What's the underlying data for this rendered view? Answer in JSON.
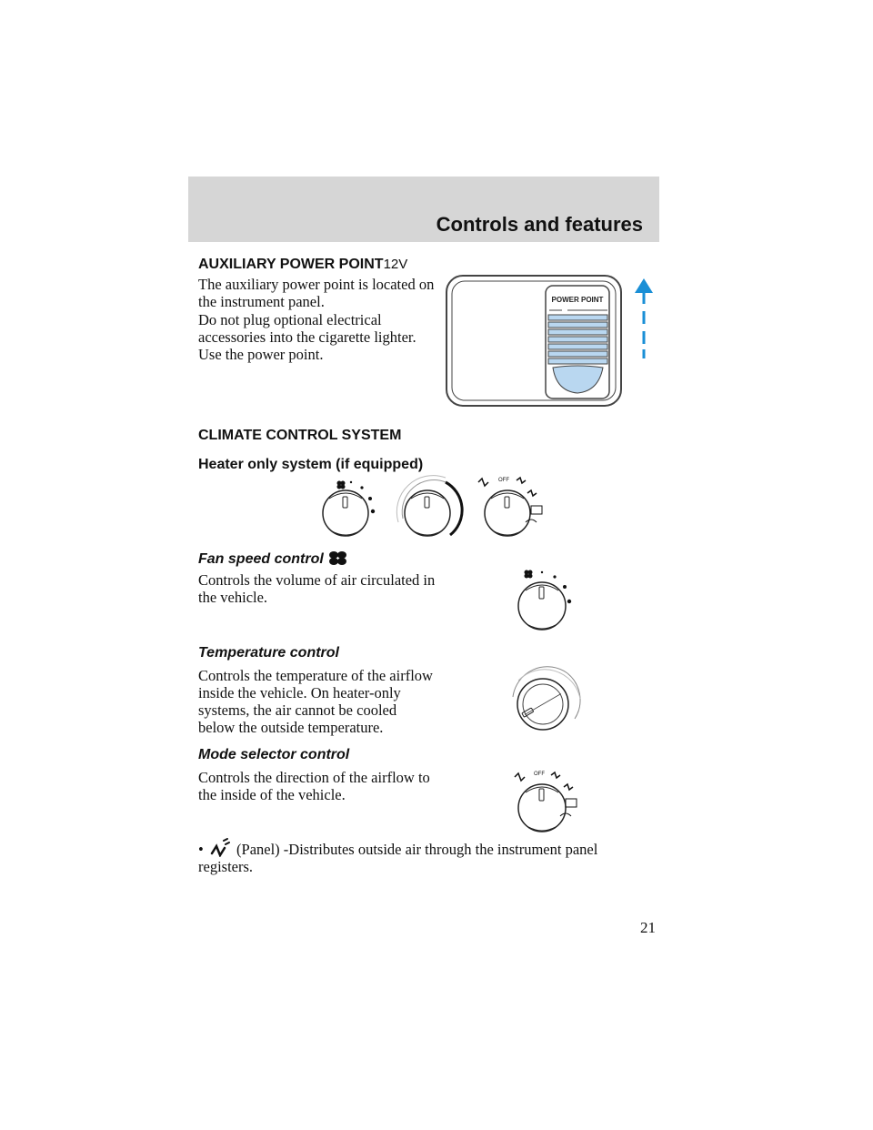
{
  "header": {
    "section_title": "Controls and features"
  },
  "power_point": {
    "heading": "AUXILIARY POWER POINT",
    "heading_suffix": "12V",
    "para1": "The auxiliary power point is located on the instrument panel.",
    "para2": "Do not plug optional electrical accessories into the cigarette lighter. Use the power point.",
    "figure_label": "POWER POINT"
  },
  "climate": {
    "heading": "CLIMATE CONTROL SYSTEM",
    "subheading": "Heater only system (if equipped)",
    "off_label": "OFF"
  },
  "fan": {
    "heading": "Fan speed control",
    "text": "Controls the volume of air circulated in the vehicle."
  },
  "temperature": {
    "heading": "Temperature control",
    "text": "Controls the temperature of the airflow inside the vehicle. On heater-only systems, the air cannot be cooled below the outside temperature."
  },
  "mode": {
    "heading": "Mode selector control",
    "text": "Controls the direction of the airflow to the inside of the vehicle.",
    "off_label": "OFF"
  },
  "bullet": {
    "marker": "•",
    "text": "(Panel) -Distributes outside air through the instrument panel registers."
  },
  "footer": {
    "page_number": "21"
  },
  "colors": {
    "header_band": "#d6d6d6",
    "arrow": "#1a8fd6",
    "power_point_slots": "#b9d7f0"
  }
}
